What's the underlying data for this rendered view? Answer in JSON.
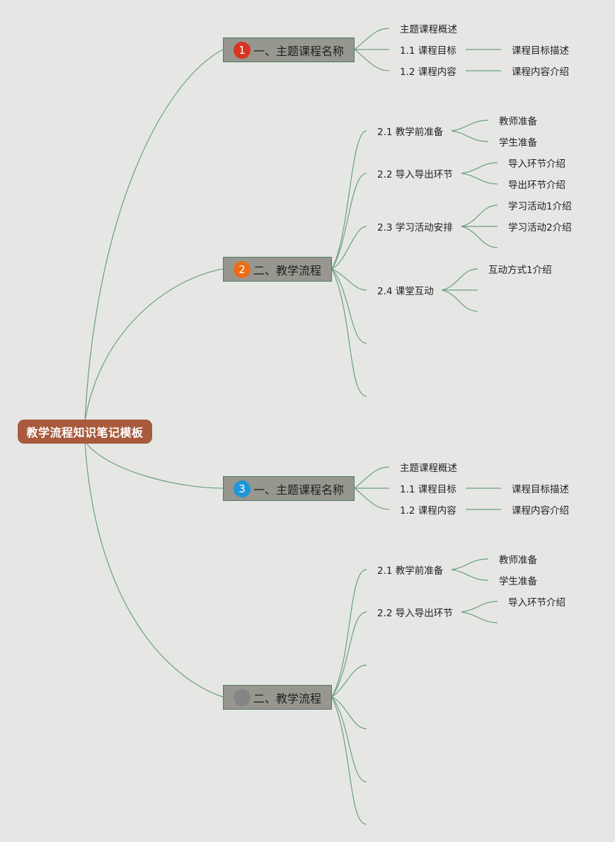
{
  "root": {
    "label": "教学流程知识笔记模板"
  },
  "branches": [
    {
      "badge": "1",
      "badge_color": "#d9341f",
      "label": "一、主题课程名称",
      "children": [
        {
          "label": "主题课程概述"
        },
        {
          "label": "1.1 课程目标",
          "child": "课程目标描述"
        },
        {
          "label": "1.2 课程内容",
          "child": "课程内容介绍"
        }
      ]
    },
    {
      "badge": "2",
      "badge_color": "#ec6c17",
      "label": "二、教学流程",
      "children": [
        {
          "label": "2.1 教学前准备",
          "children": [
            "教师准备",
            "学生准备"
          ]
        },
        {
          "label": "2.2 导入导出环节",
          "children": [
            "导入环节介绍",
            "导出环节介绍"
          ]
        },
        {
          "label": "2.3 学习活动安排",
          "children": [
            "学习活动1介绍",
            "学习活动2介绍"
          ]
        },
        {
          "label": "2.4 课堂互动",
          "children": [
            "互动方式1介绍"
          ]
        }
      ]
    },
    {
      "badge": "3",
      "badge_color": "#1e97d9",
      "label": "一、主题课程名称",
      "children": [
        {
          "label": "主题课程概述"
        },
        {
          "label": "1.1 课程目标",
          "child": "课程目标描述"
        },
        {
          "label": "1.2 课程内容",
          "child": "课程内容介绍"
        }
      ]
    },
    {
      "badge": "",
      "badge_color": "#858585",
      "label": "二、教学流程",
      "children": [
        {
          "label": "2.1 教学前准备",
          "children": [
            "教师准备",
            "学生准备"
          ]
        },
        {
          "label": "2.2 导入导出环节",
          "children": [
            "导入环节介绍"
          ]
        }
      ]
    }
  ]
}
